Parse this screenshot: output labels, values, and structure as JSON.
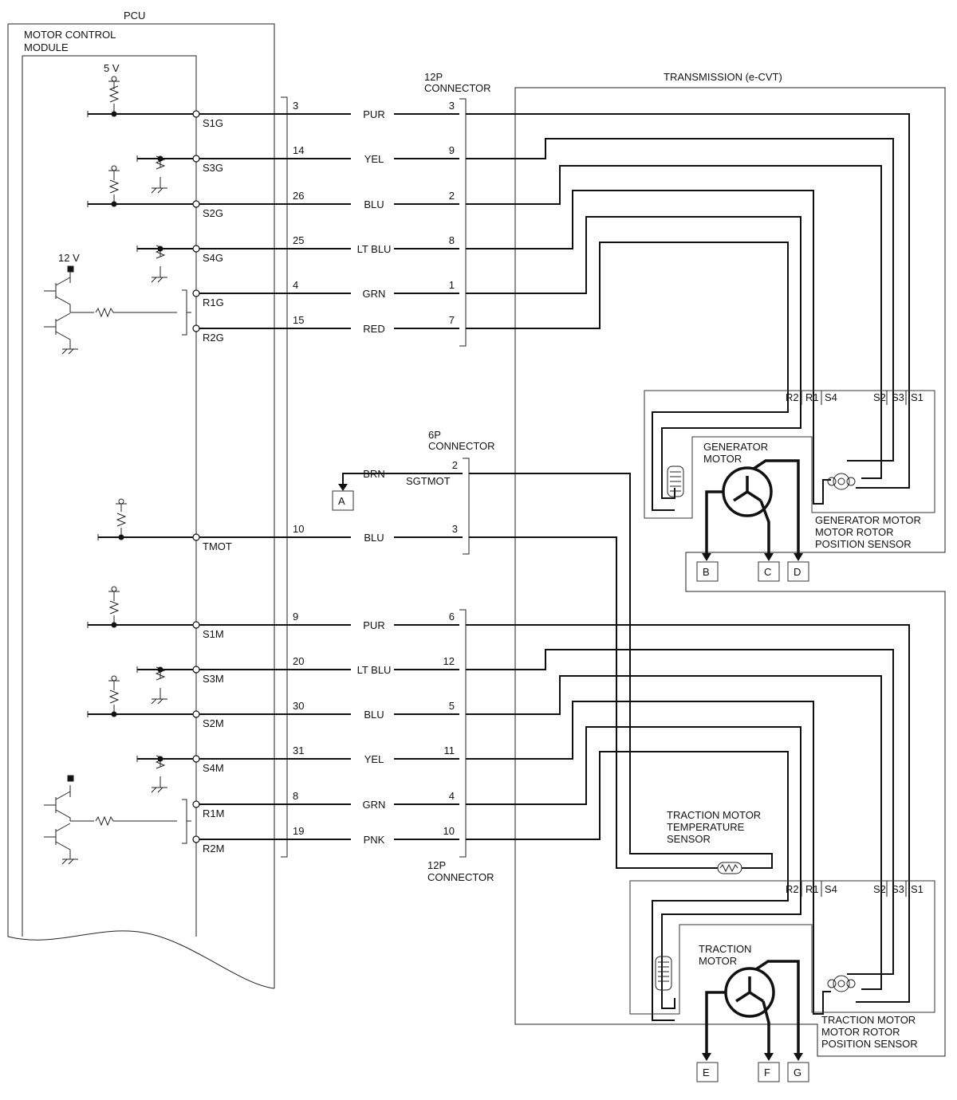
{
  "labels": {
    "pcu": "PCU",
    "mcm_line1": "MOTOR CONTROL",
    "mcm_line2": "MODULE",
    "v5": "5 V",
    "v12": "12 V",
    "transmission": "TRANSMISSION (e-CVT)",
    "c12p_top_1": "12P",
    "c12p_top_2": "CONNECTOR",
    "c6p_1": "6P",
    "c6p_2": "CONNECTOR",
    "c12p_bot_1": "12P",
    "c12p_bot_2": "CONNECTOR",
    "sgtmot": "SGTMOT",
    "gen_motor_1": "GENERATOR",
    "gen_motor_2": "MOTOR",
    "gen_sensor_1": "GENERATOR MOTOR",
    "gen_sensor_2": "MOTOR ROTOR",
    "gen_sensor_3": "POSITION SENSOR",
    "temp_sensor_1": "TRACTION MOTOR",
    "temp_sensor_2": "TEMPERATURE",
    "temp_sensor_3": "SENSOR",
    "trac_motor_1": "TRACTION",
    "trac_motor_2": "MOTOR",
    "trac_sensor_1": "TRACTION MOTOR",
    "trac_sensor_2": "MOTOR ROTOR",
    "trac_sensor_3": "POSITION SENSOR"
  },
  "sensor_terminals": [
    "R2",
    "R1",
    "S4",
    "S2",
    "S3",
    "S1"
  ],
  "wires": [
    {
      "term": "S1G",
      "pin": "3",
      "color": "PUR",
      "cpin": "3"
    },
    {
      "term": "S3G",
      "pin": "14",
      "color": "YEL",
      "cpin": "9"
    },
    {
      "term": "S2G",
      "pin": "26",
      "color": "BLU",
      "cpin": "2"
    },
    {
      "term": "S4G",
      "pin": "25",
      "color": "LT BLU",
      "cpin": "8"
    },
    {
      "term": "R1G",
      "pin": "4",
      "color": "GRN",
      "cpin": "1"
    },
    {
      "term": "R2G",
      "pin": "15",
      "color": "RED",
      "cpin": "7"
    },
    {
      "term": "",
      "pin": "",
      "color": "BRN",
      "cpin": "2"
    },
    {
      "term": "TMOT",
      "pin": "10",
      "color": "BLU",
      "cpin": "3"
    },
    {
      "term": "S1M",
      "pin": "9",
      "color": "PUR",
      "cpin": "6"
    },
    {
      "term": "S3M",
      "pin": "20",
      "color": "LT BLU",
      "cpin": "12"
    },
    {
      "term": "S2M",
      "pin": "30",
      "color": "BLU",
      "cpin": "5"
    },
    {
      "term": "S4M",
      "pin": "31",
      "color": "YEL",
      "cpin": "11"
    },
    {
      "term": "R1M",
      "pin": "8",
      "color": "GRN",
      "cpin": "4"
    },
    {
      "term": "R2M",
      "pin": "19",
      "color": "PNK",
      "cpin": "10"
    }
  ],
  "refs": [
    "A",
    "B",
    "C",
    "D",
    "E",
    "F",
    "G"
  ]
}
